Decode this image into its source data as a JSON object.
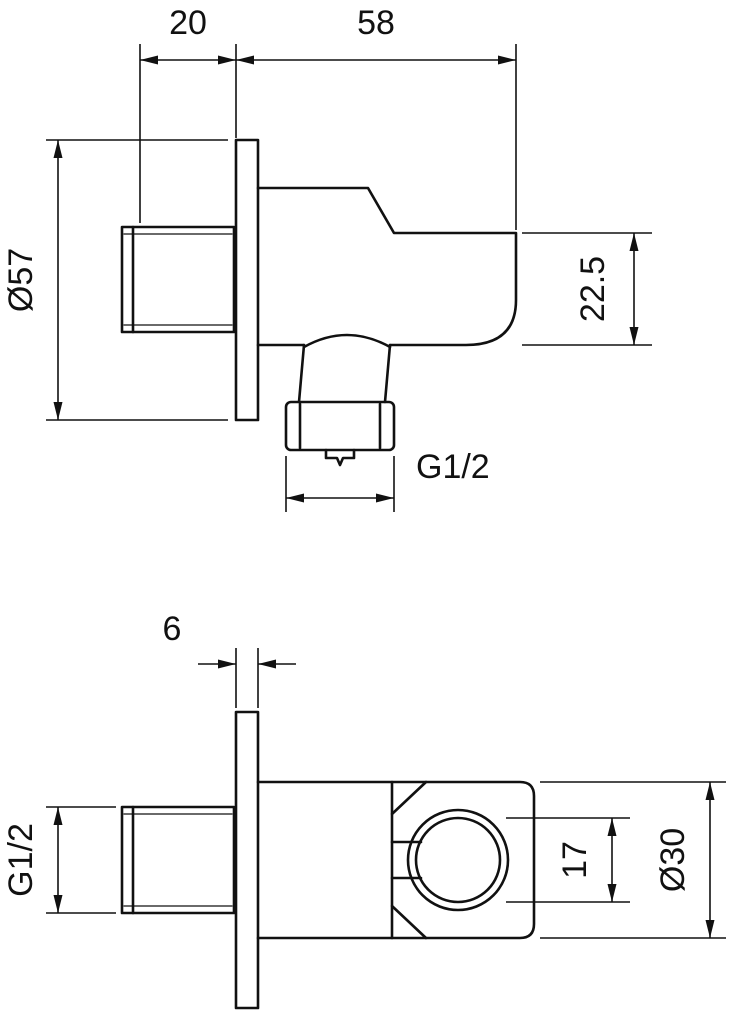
{
  "drawing": {
    "type": "technical-dimension-drawing",
    "line_color": "#111111",
    "background_color": "#ffffff",
    "views": {
      "side": {
        "dim_wall_offset": "20",
        "dim_projection": "58",
        "dim_plate_diameter": "Ø57",
        "dim_holder_height": "22.5",
        "dim_outlet_thread": "G1/2"
      },
      "bottom": {
        "dim_plate_thickness": "6",
        "dim_inlet_thread": "G1/2",
        "dim_cradle_width": "17",
        "dim_holder_diameter": "Ø30"
      }
    }
  }
}
